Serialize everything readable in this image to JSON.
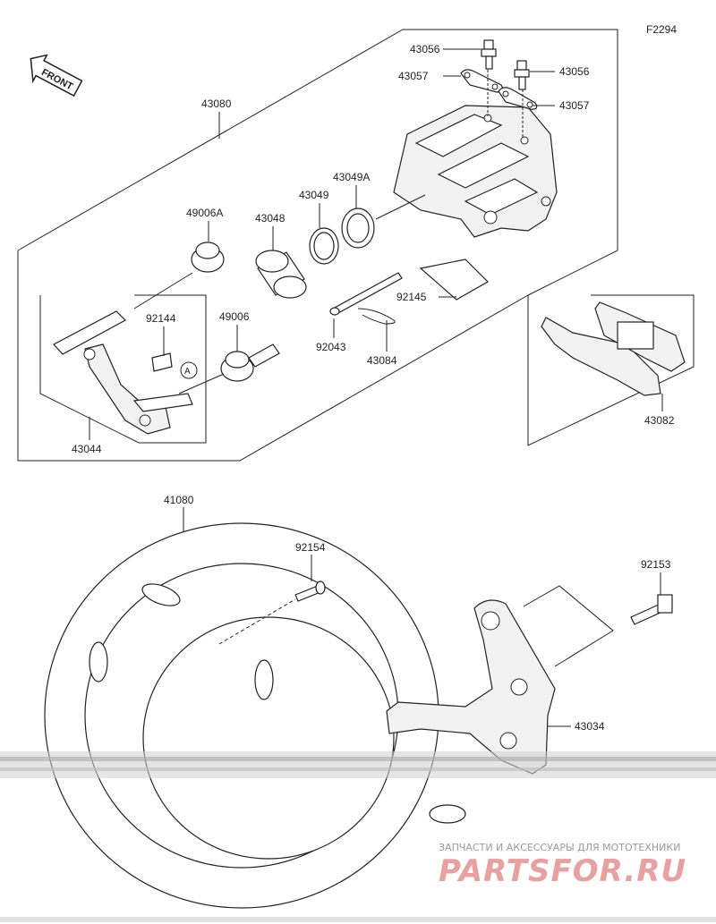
{
  "diagram_code": "F2294",
  "front_label": "FRONT",
  "callout_a": "A",
  "parts": {
    "caliper_assembly": "43080",
    "bleed_valve_left": "43056",
    "bleed_valve_right": "43056",
    "cap_left": "43057",
    "cap_right": "43057",
    "piston_seal_a": "43049A",
    "piston_seal": "43049",
    "piston": "43048",
    "boot_a": "49006A",
    "boot": "49006",
    "spring": "92144",
    "bracket": "43044",
    "pad_spring": "92145",
    "pin": "92043",
    "clip": "43084",
    "pad_assembly": "43082",
    "disc": "41080",
    "disc_bolt": "92154",
    "bracket_bolt": "92153",
    "caliper_bracket": "43034"
  },
  "watermark": {
    "subtitle": "ЗАПЧАСТИ И АКСЕССУАРЫ ДЛЯ МОТОТЕХНИКИ",
    "brand": "PARTSFOR.RU"
  }
}
